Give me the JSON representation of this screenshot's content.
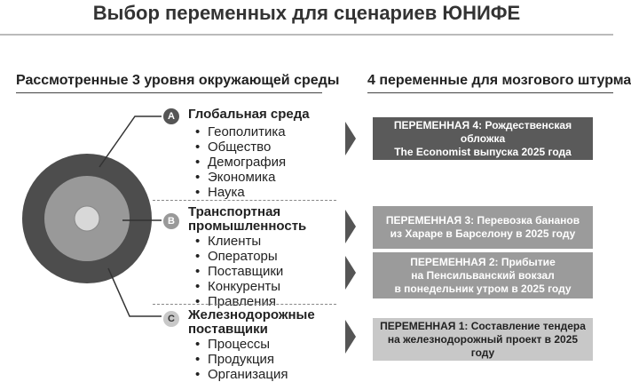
{
  "title": "Выбор переменных для сценариев ЮНИФЕ",
  "left_header": "Рассмотренные 3 уровня окружающей среды",
  "right_header": "4 переменные для мозгового штурма",
  "colors": {
    "outer_ring": "#4d4d4d",
    "middle_ring": "#999999",
    "inner_circle": "#d0d0d0",
    "var4_box": "#5a5a5a",
    "var3_box": "#9b9b9b",
    "var1_box": "#c8c8c8"
  },
  "categories": [
    {
      "badge": "A",
      "title": "Глобальная среда",
      "items": [
        "Геополитика",
        "Общество",
        "Демография",
        "Экономика",
        "Наука"
      ]
    },
    {
      "badge": "B",
      "title": "Транспортная\nпромышленность",
      "items": [
        "Клиенты",
        "Операторы",
        "Поставщики",
        "Конкуренты",
        "Правления"
      ]
    },
    {
      "badge": "C",
      "title": "Железнодорожные\nпоставщики",
      "items": [
        "Процессы",
        "Продукция",
        "Организация"
      ]
    }
  ],
  "variables": [
    {
      "label": "ПЕРЕМЕННАЯ 4: Рождественская обложка\nThe Economist выпуска 2025 года"
    },
    {
      "label": "ПЕРЕМЕННАЯ 3: Перевозка бананов\nиз Хараре в Барселону в 2025 году"
    },
    {
      "label": "ПЕРЕМЕННАЯ 2: Прибытие\nна Пенсильванский вокзал\nв понедельник утром в 2025 году"
    },
    {
      "label": "ПЕРЕМЕННАЯ 1: Составление тендера\nна железнодорожный проект в 2025 году"
    }
  ]
}
